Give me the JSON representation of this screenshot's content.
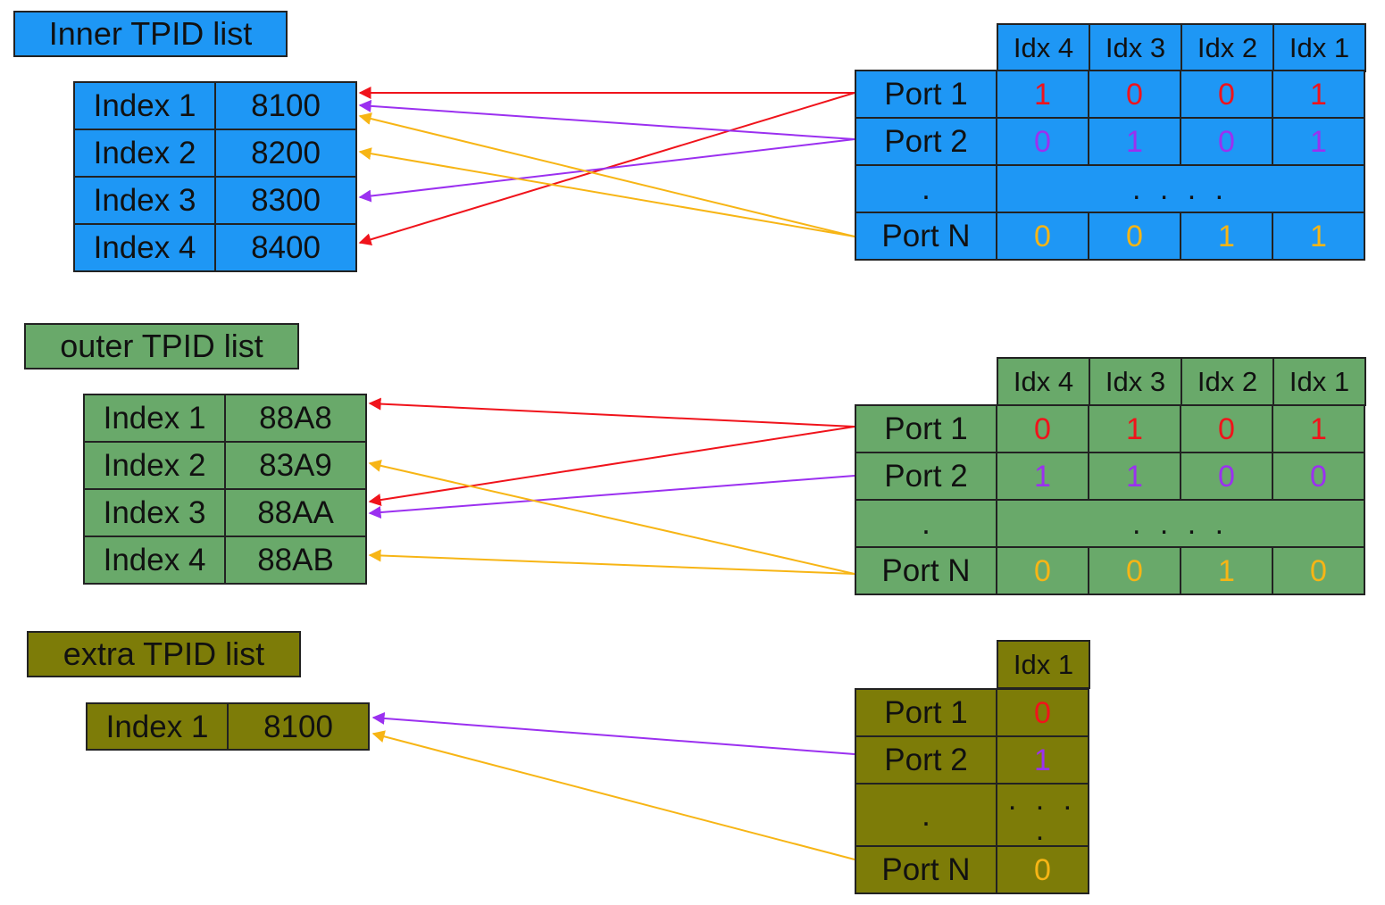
{
  "colors": {
    "inner": "#1e97f5",
    "outer": "#69a96a",
    "extra": "#7d7c08",
    "red": "#f0131b",
    "purple": "#9b30f0",
    "orange": "#f7b515"
  },
  "inner": {
    "title": "Inner TPID list",
    "entries": [
      {
        "index": "Index 1",
        "value": "8100"
      },
      {
        "index": "Index 2",
        "value": "8200"
      },
      {
        "index": "Index 3",
        "value": "8300"
      },
      {
        "index": "Index 4",
        "value": "8400"
      }
    ],
    "headers": [
      "Idx 4",
      "Idx 3",
      "Idx 2",
      "Idx 1"
    ],
    "rows": [
      {
        "port": "Port 1",
        "bits": [
          "1",
          "0",
          "0",
          "1"
        ],
        "color": "red"
      },
      {
        "port": "Port 2",
        "bits": [
          "0",
          "1",
          "0",
          "1"
        ],
        "color": "purple"
      },
      {
        "port": ".",
        "dots": ". . . ."
      },
      {
        "port": "Port N",
        "bits": [
          "0",
          "0",
          "1",
          "1"
        ],
        "color": "orange"
      }
    ]
  },
  "outer": {
    "title": "outer TPID list",
    "entries": [
      {
        "index": "Index 1",
        "value": "88A8"
      },
      {
        "index": "Index 2",
        "value": "83A9"
      },
      {
        "index": "Index 3",
        "value": "88AA"
      },
      {
        "index": "Index 4",
        "value": "88AB"
      }
    ],
    "headers": [
      "Idx 4",
      "Idx 3",
      "Idx 2",
      "Idx 1"
    ],
    "rows": [
      {
        "port": "Port 1",
        "bits": [
          "0",
          "1",
          "0",
          "1"
        ],
        "color": "red"
      },
      {
        "port": "Port 2",
        "bits": [
          "1",
          "1",
          "0",
          "0"
        ],
        "color": "purple"
      },
      {
        "port": ".",
        "dots": ". . . ."
      },
      {
        "port": "Port N",
        "bits": [
          "0",
          "0",
          "1",
          "0"
        ],
        "color": "orange"
      }
    ]
  },
  "extra": {
    "title": "extra TPID list",
    "entries": [
      {
        "index": "Index 1",
        "value": "8100"
      }
    ],
    "headers": [
      "Idx 1"
    ],
    "rows": [
      {
        "port": "Port 1",
        "bits": [
          "0"
        ],
        "color": "red"
      },
      {
        "port": "Port 2",
        "bits": [
          "1"
        ],
        "color": "purple"
      },
      {
        "port": ".",
        "dots": ". . . ."
      },
      {
        "port": "Port N",
        "bits": [
          "0"
        ],
        "color": "orange"
      }
    ]
  }
}
